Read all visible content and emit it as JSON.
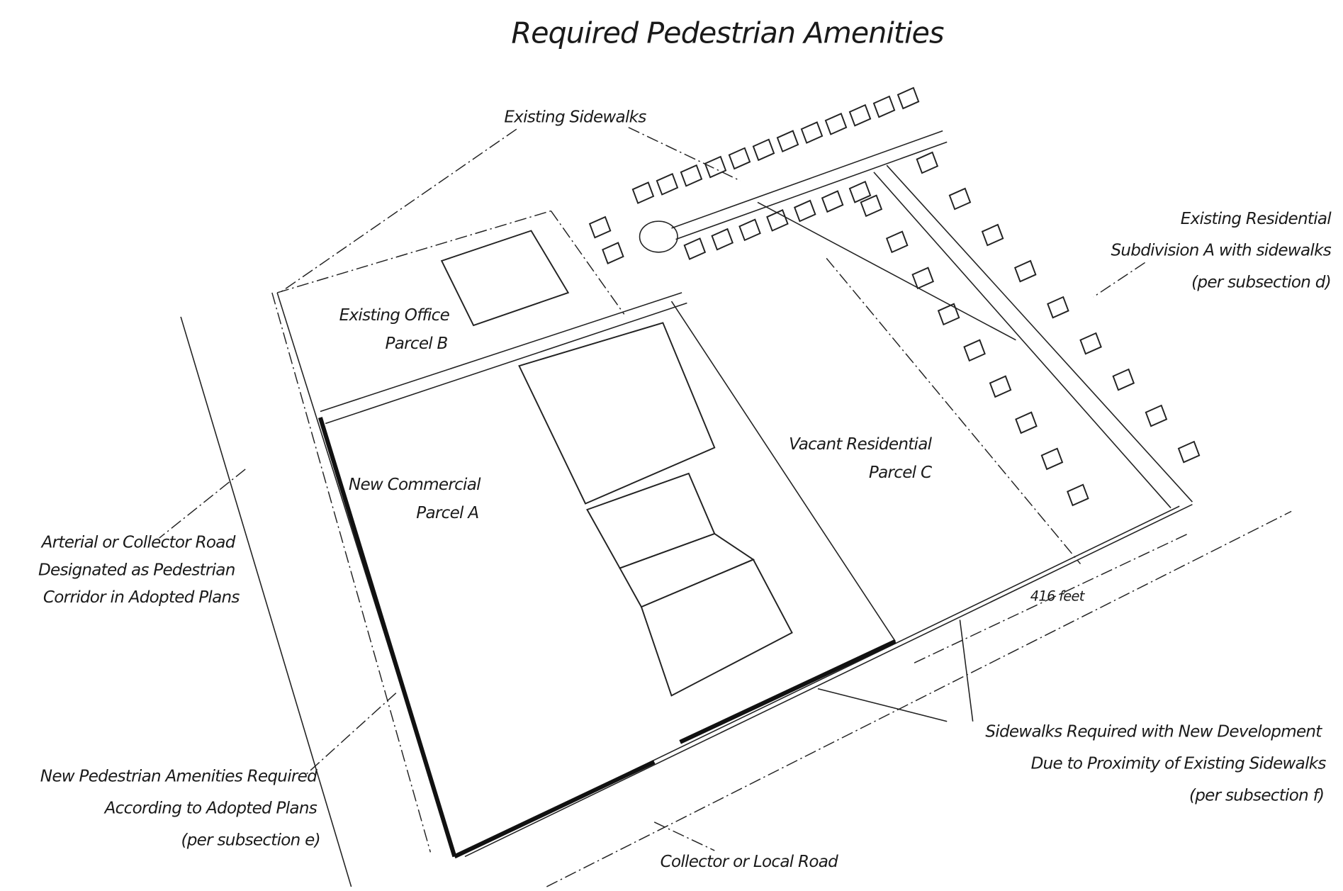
{
  "title": "Required Pedestrian Amenities",
  "labels": {
    "existing_sidewalks": "Existing Sidewalks",
    "existing_residential": [
      "Existing Residential",
      "Subdivision A with sidewalks",
      "(per subsection d)"
    ],
    "existing_office": [
      "Existing Office",
      "Parcel B"
    ],
    "new_commercial": [
      "New Commercial",
      "Parcel A"
    ],
    "vacant_residential": [
      "Vacant Residential",
      "Parcel C"
    ],
    "arterial_road": [
      "Arterial or Collector Road",
      "Designated as Pedestrian",
      "Corridor in Adopted Plans"
    ],
    "new_pedestrian": [
      "New Pedestrian Amenities Required",
      "According to Adopted Plans",
      "(per subsection e)"
    ],
    "sidewalks_required": [
      "Sidewalks Required with New Development",
      "Due to Proximity of Existing Sidewalks",
      "(per subsection f)"
    ],
    "collector_road": "Collector or Local Road",
    "distance": "416 feet"
  }
}
